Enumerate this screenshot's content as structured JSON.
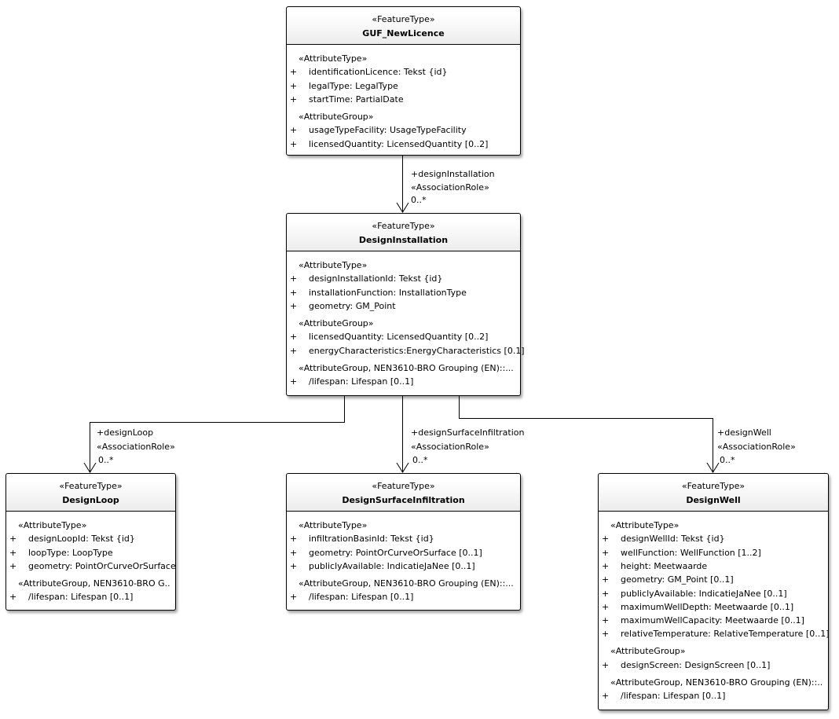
{
  "classes": {
    "guf": {
      "stereotype": "«FeatureType»",
      "name": "GUF_NewLicence",
      "sections": [
        {
          "header": "«AttributeType»",
          "attrs": [
            {
              "vis": "+",
              "text": "identificationLicence: Tekst {id}"
            },
            {
              "vis": "+",
              "text": "legalType: LegalType"
            },
            {
              "vis": "+",
              "text": "startTime: PartialDate"
            }
          ]
        },
        {
          "header": "«AttributeGroup»",
          "attrs": [
            {
              "vis": "+",
              "text": "usageTypeFacility: UsageTypeFacility"
            },
            {
              "vis": "+",
              "text": "licensedQuantity: LicensedQuantity [0..2]"
            }
          ]
        }
      ]
    },
    "di": {
      "stereotype": "«FeatureType»",
      "name": "DesignInstallation",
      "sections": [
        {
          "header": "«AttributeType»",
          "attrs": [
            {
              "vis": "+",
              "text": "designInstallationId: Tekst {id}"
            },
            {
              "vis": "+",
              "text": "installationFunction: InstallationType"
            },
            {
              "vis": "+",
              "text": "geometry: GM_Point"
            }
          ]
        },
        {
          "header": "«AttributeGroup»",
          "attrs": [
            {
              "vis": "+",
              "text": "licensedQuantity: LicensedQuantity [0..2]"
            },
            {
              "vis": "+",
              "text": "energyCharacteristics:EnergyCharacteristics [0.1]"
            }
          ]
        },
        {
          "header": "«AttributeGroup, NEN3610-BRO Grouping (EN)::...",
          "attrs": [
            {
              "vis": "+",
              "text": "/lifespan: Lifespan [0..1]"
            }
          ]
        }
      ]
    },
    "dl": {
      "stereotype": "«FeatureType»",
      "name": "DesignLoop",
      "sections": [
        {
          "header": "«AttributeType»",
          "attrs": [
            {
              "vis": "+",
              "text": "designLoopId: Tekst {id}"
            },
            {
              "vis": "+",
              "text": "loopType: LoopType"
            },
            {
              "vis": "+",
              "text": "geometry: PointOrCurveOrSurface"
            }
          ]
        },
        {
          "header": "«AttributeGroup, NEN3610-BRO G...",
          "attrs": [
            {
              "vis": "+",
              "text": "/lifespan: Lifespan [0..1]"
            }
          ]
        }
      ]
    },
    "dsi": {
      "stereotype": "«FeatureType»",
      "name": "DesignSurfaceInfiltration",
      "sections": [
        {
          "header": "«AttributeType»",
          "attrs": [
            {
              "vis": "+",
              "text": "infiltrationBasinId: Tekst {id}"
            },
            {
              "vis": "+",
              "text": "geometry: PointOrCurveOrSurface [0..1]"
            },
            {
              "vis": "+",
              "text": "publiclyAvailable: IndicatieJaNee [0..1]"
            }
          ]
        },
        {
          "header": "«AttributeGroup, NEN3610-BRO Grouping (EN)::...",
          "attrs": [
            {
              "vis": "+",
              "text": "/lifespan: Lifespan [0..1]"
            }
          ]
        }
      ]
    },
    "dw": {
      "stereotype": "«FeatureType»",
      "name": "DesignWell",
      "sections": [
        {
          "header": "«AttributeType»",
          "attrs": [
            {
              "vis": "+",
              "text": "designWellId: Tekst {id}"
            },
            {
              "vis": "+",
              "text": "wellFunction: WellFunction [1..2]"
            },
            {
              "vis": "+",
              "text": "height: Meetwaarde"
            },
            {
              "vis": "+",
              "text": "geometry: GM_Point [0..1]"
            },
            {
              "vis": "+",
              "text": "publiclyAvailable: IndicatieJaNee [0..1]"
            },
            {
              "vis": "+",
              "text": "maximumWellDepth: Meetwaarde [0..1]"
            },
            {
              "vis": "+",
              "text": "maximumWellCapacity: Meetwaarde [0..1]"
            },
            {
              "vis": "+",
              "text": "relativeTemperature: RelativeTemperature [0..1]"
            }
          ]
        },
        {
          "header": "«AttributeGroup»",
          "attrs": [
            {
              "vis": "+",
              "text": "designScreen: DesignScreen [0..1]"
            }
          ]
        },
        {
          "header": "«AttributeGroup, NEN3610-BRO Grouping (EN)::...",
          "attrs": [
            {
              "vis": "+",
              "text": "/lifespan: Lifespan [0..1]"
            }
          ]
        }
      ]
    }
  },
  "associations": {
    "designInstallation": {
      "role": "+designInstallation",
      "stereotype": "«AssociationRole»",
      "multiplicity": "0..*"
    },
    "designLoop": {
      "role": "+designLoop",
      "stereotype": "«AssociationRole»",
      "multiplicity": "0..*"
    },
    "designSurfaceInfiltration": {
      "role": "+designSurfaceInfiltration",
      "stereotype": "«AssociationRole»",
      "multiplicity": "0..*"
    },
    "designWell": {
      "role": "+designWell",
      "stereotype": "«AssociationRole»",
      "multiplicity": "0..*"
    }
  }
}
